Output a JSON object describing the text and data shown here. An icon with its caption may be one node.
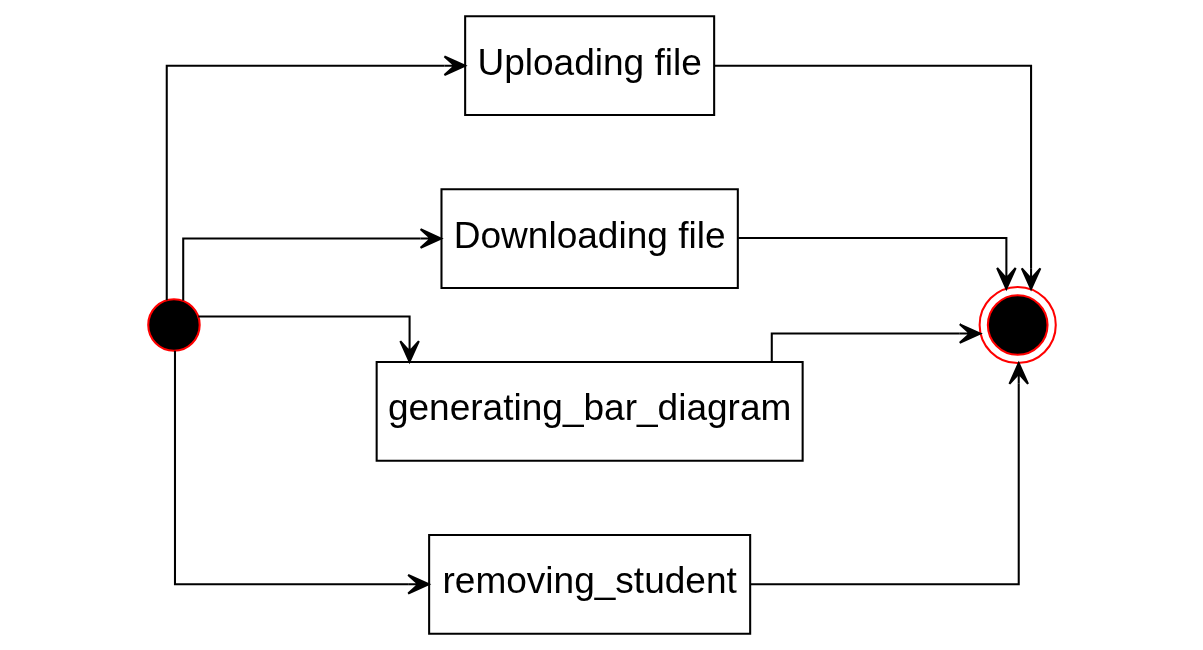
{
  "diagram": {
    "nodes": [
      {
        "text": [],
        "shape": "circle"
      },
      {
        "text": [
          "Uploading file"
        ]
      },
      {
        "text": [
          "Downloading file"
        ]
      },
      {
        "text": [
          "generating_bar_diagram"
        ]
      },
      {
        "text": [
          "removing_student"
        ]
      },
      {
        "text": [],
        "shape": "circle"
      }
    ],
    "edges": [
      {
        "from": 0,
        "to": 1,
        "arrow": "to"
      },
      {
        "from": 0,
        "to": 2,
        "arrow": "to"
      },
      {
        "from": 0,
        "to": 3,
        "arrow": "to"
      },
      {
        "from": 0,
        "to": 4,
        "arrow": "to"
      },
      {
        "from": 1,
        "to": 5,
        "arrow": "to"
      },
      {
        "from": 2,
        "to": 5,
        "arrow": "to"
      },
      {
        "from": 3,
        "to": 5,
        "arrow": "to"
      },
      {
        "from": 4,
        "to": 5,
        "arrow": "to"
      }
    ]
  }
}
